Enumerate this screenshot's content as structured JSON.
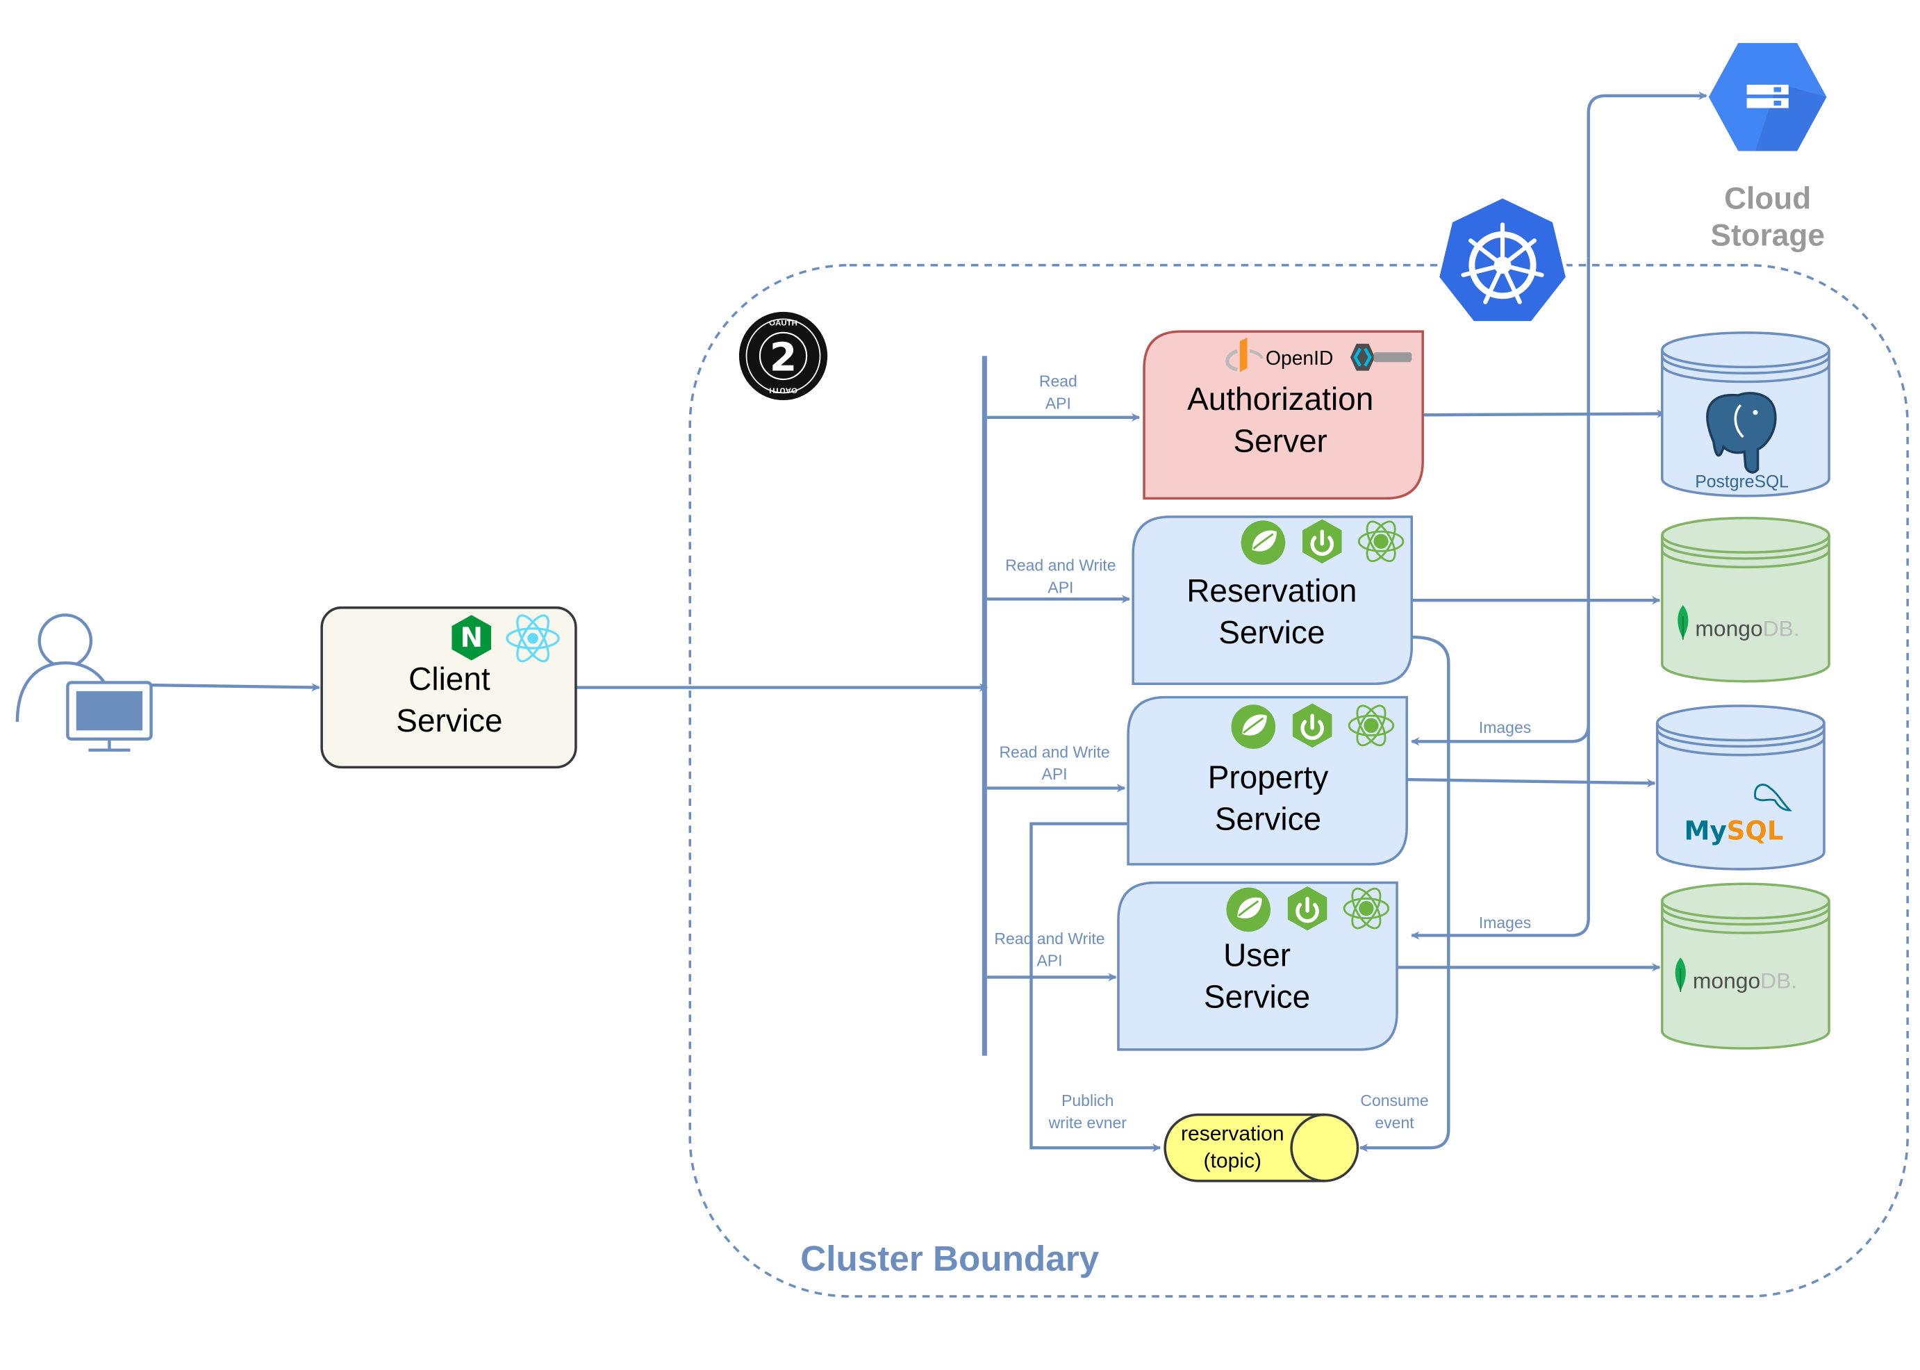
{
  "cluster": {
    "label": "Cluster Boundary"
  },
  "cloud_storage": {
    "line1": "Cloud",
    "line2": "Storage"
  },
  "nodes": {
    "client": {
      "line1": "Client",
      "line2": "Service"
    },
    "auth": {
      "line1": "Authorization",
      "line2": "Server",
      "badge": "OpenID"
    },
    "reservation": {
      "line1": "Reservation",
      "line2": "Service"
    },
    "property": {
      "line1": "Property",
      "line2": "Service"
    },
    "user": {
      "line1": "User",
      "line2": "Service"
    },
    "topic": {
      "line1": "reservation",
      "line2": "(topic)"
    }
  },
  "databases": {
    "postgres": {
      "label": "PostgreSQL"
    },
    "mongo1": {
      "label_a": "mongo",
      "label_b": "DB."
    },
    "mysql": {
      "label_a": "My",
      "label_b": "SQL"
    },
    "mongo2": {
      "label_a": "mongo",
      "label_b": "DB."
    }
  },
  "edges": {
    "auth": {
      "line1": "Read",
      "line2": "API"
    },
    "reservation": {
      "line1": "Read  and Write",
      "line2": "API"
    },
    "property": {
      "line1": "Read  and Write",
      "line2": "API"
    },
    "user": {
      "line1": "Read  and Write",
      "line2": "API"
    },
    "images1": {
      "line1": "Images"
    },
    "images2": {
      "line1": "Images"
    },
    "publish": {
      "line1": "Publich",
      "line2": "write evner"
    },
    "consume": {
      "line1": "Consume",
      "line2": "event"
    }
  },
  "icons": {
    "oauth": {
      "top": "OAUTH",
      "num": "2",
      "bottom": "OAUTH"
    },
    "nginx": {
      "letter": "N"
    }
  },
  "colors": {
    "edge": "#6c8ebf",
    "service_fill": "#dae8fc",
    "auth_fill": "#f8cecc",
    "auth_stroke": "#b85450",
    "client_fill": "#f9f7ed",
    "mongo_fill": "#d5e8d4",
    "mongo_stroke": "#82b366",
    "topic_fill": "#ffff88",
    "spring_green": "#6db33f",
    "kube_blue": "#326ce5",
    "gcp_blue": "#4285f4"
  }
}
